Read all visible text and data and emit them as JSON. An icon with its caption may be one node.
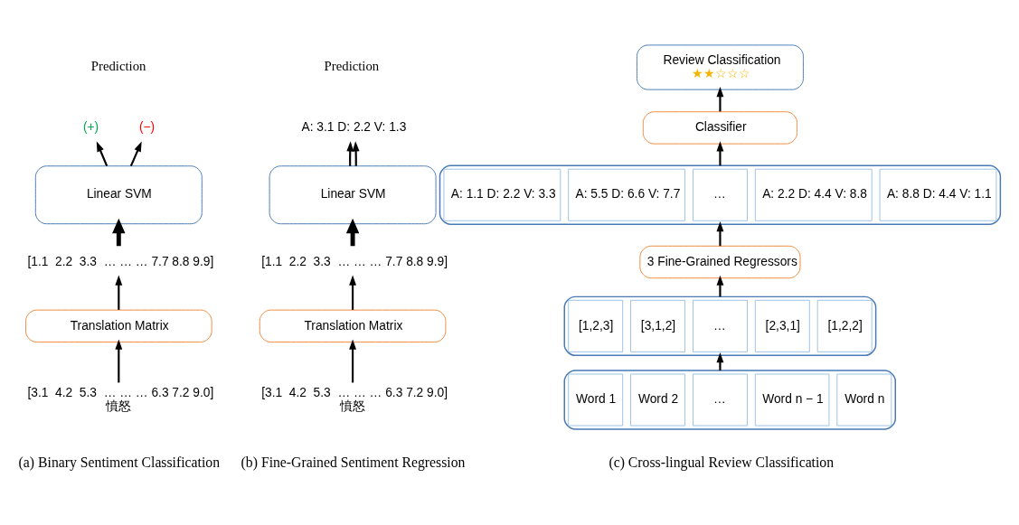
{
  "diagram": {
    "nodes": [
      {
        "text": [
          "(+)"
        ]
      },
      {
        "text": [
          "(−)"
        ]
      },
      {
        "text": [
          "Linear SVM"
        ]
      },
      {
        "text": [
          "[1.1  2.2  3.3  … … … 7.7 8.8 9.9]"
        ]
      },
      {
        "text": [
          "Translation Matrix"
        ]
      },
      {
        "text": [
          "[3.1  4.2  5.3  … … … 6.3 7.2 9.0]",
          "憤怒"
        ]
      },
      {
        "text": [
          "A: 3.1 D: 2.2 V: 1.3"
        ]
      },
      {
        "text": [
          "Linear SVM"
        ]
      },
      {
        "text": [
          "[1.1  2.2  3.3  … … … 7.7 8.8 9.9]"
        ]
      },
      {
        "text": [
          "Translation Matrix"
        ]
      },
      {
        "text": [
          "[3.1  4.2  5.3  … … … 6.3 7.2 9.0]",
          "憤怒"
        ]
      },
      {
        "text": [
          "Review Classification",
          "★★☆☆☆"
        ]
      },
      {
        "text": [
          "Classifier"
        ]
      },
      {
        "text": [],
        "shape": "box"
      },
      {
        "text": [
          "A: 1.1 D: 2.2 V: 3.3"
        ],
        "in": 13
      },
      {
        "text": [
          "A: 5.5 D: 6.6 V: 7.7"
        ],
        "in": 13
      },
      {
        "text": [
          "…"
        ],
        "in": 13
      },
      {
        "text": [
          "A: 2.2 D: 4.4 V: 8.8"
        ],
        "in": 13
      },
      {
        "text": [
          "A: 8.8 D: 4.4 V: 1.1"
        ],
        "in": 13
      },
      {
        "text": [
          "3 Fine-Grained Regressors"
        ]
      },
      {
        "text": [],
        "shape": "box"
      },
      {
        "text": [
          "[1,2,3]"
        ],
        "in": 20
      },
      {
        "text": [
          "[3,1,2]"
        ],
        "in": 20
      },
      {
        "text": [
          "…"
        ],
        "in": 20
      },
      {
        "text": [
          "[2,3,1]"
        ],
        "in": 20
      },
      {
        "text": [
          "[1,2,2]"
        ],
        "in": 20
      },
      {
        "text": [],
        "shape": "box"
      },
      {
        "text": [
          "Word 1"
        ],
        "in": 26
      },
      {
        "text": [
          "Word 2"
        ],
        "in": 26
      },
      {
        "text": [
          "…"
        ],
        "in": 26
      },
      {
        "text": [
          "Word n − 1"
        ],
        "in": 26
      },
      {
        "text": [
          "Word n"
        ],
        "in": 26
      }
    ],
    "edges": [
      {
        "from": 2,
        "to": 0,
        "arrow": "to"
      },
      {
        "from": 2,
        "to": 1,
        "arrow": "to"
      },
      {
        "from": 3,
        "to": 2,
        "arrow": "to",
        "style": "thick"
      },
      {
        "from": 4,
        "to": 3,
        "arrow": "to"
      },
      {
        "from": 5,
        "to": 4,
        "arrow": "to"
      },
      {
        "from": 7,
        "to": 6,
        "arrow": "to"
      },
      {
        "from": 7,
        "to": 6,
        "arrow": "to"
      },
      {
        "from": 8,
        "to": 7,
        "arrow": "to",
        "style": "thick"
      },
      {
        "from": 9,
        "to": 8,
        "arrow": "to"
      },
      {
        "from": 10,
        "to": 9,
        "arrow": "to"
      },
      {
        "from": 26,
        "to": 20,
        "arrow": "to"
      },
      {
        "from": 20,
        "to": 19,
        "arrow": "to"
      },
      {
        "from": 19,
        "to": 13,
        "arrow": "to"
      },
      {
        "from": 13,
        "to": 12,
        "arrow": "to"
      },
      {
        "from": 12,
        "to": 11,
        "arrow": "to"
      }
    ],
    "labels": [
      "Prediction",
      "Prediction",
      "(a) Binary Sentiment Classification",
      "(b) Fine-Grained Sentiment Regression",
      "(c) Cross-lingual Review Classification"
    ]
  }
}
